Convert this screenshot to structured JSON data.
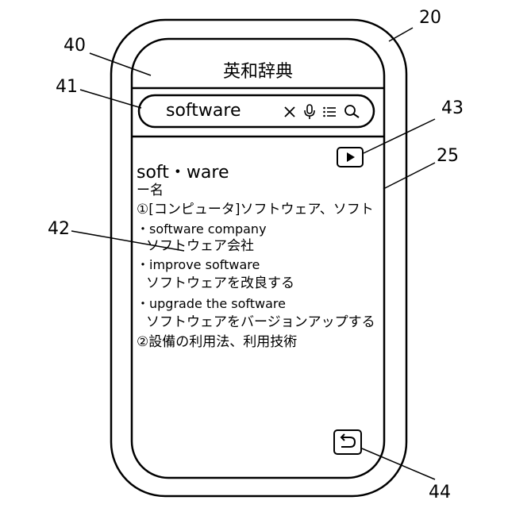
{
  "reference_labels": {
    "device": "20",
    "display": "25",
    "header": "40",
    "search_box": "41",
    "result_area": "42",
    "play_button": "43",
    "back_button": "44"
  },
  "header": {
    "title": "英和辞典"
  },
  "search": {
    "query": "software"
  },
  "icons": [
    "clear-icon",
    "microphone-icon",
    "list-icon",
    "search-icon",
    "play-icon",
    "return-icon"
  ],
  "entry": {
    "headword": "soft・ware",
    "part_of_speech": "ー名",
    "sense1": "①[コンピュータ]ソフトウェア、ソフト",
    "examples": [
      {
        "en": "・software company",
        "ja": "ソフトウェア会社"
      },
      {
        "en": "・improve software",
        "ja": "ソフトウェアを改良する"
      },
      {
        "en": "・upgrade the software",
        "ja": "ソフトウェアをバージョンアップする"
      }
    ],
    "sense2": "②設備の利用法、利用技術"
  }
}
